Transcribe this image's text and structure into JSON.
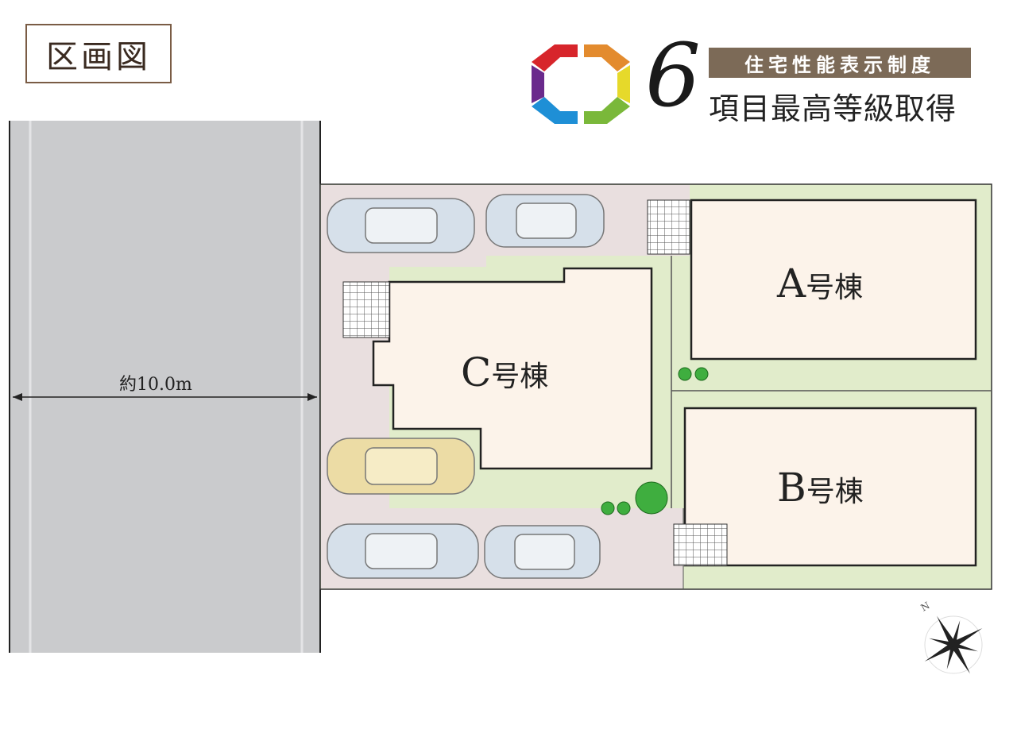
{
  "title": "区画図",
  "badge": {
    "number": "6",
    "line1": "住宅性能表示制度",
    "line2": "項目最高等級取得",
    "colors": [
      "#d7252b",
      "#e38b2e",
      "#e6d92a",
      "#7ab83a",
      "#1e8fd6",
      "#6a2a8c"
    ]
  },
  "plan": {
    "road_width_label": "約10.0m",
    "buildings": [
      {
        "letter": "A",
        "suffix": "号棟"
      },
      {
        "letter": "B",
        "suffix": "号棟"
      },
      {
        "letter": "C",
        "suffix": "号棟"
      }
    ],
    "compass_label": "N",
    "colors": {
      "road": "#cacbcd",
      "parking": "#e9dfdf",
      "garden": "#e1eccb",
      "building": "#fcf3ea"
    }
  }
}
